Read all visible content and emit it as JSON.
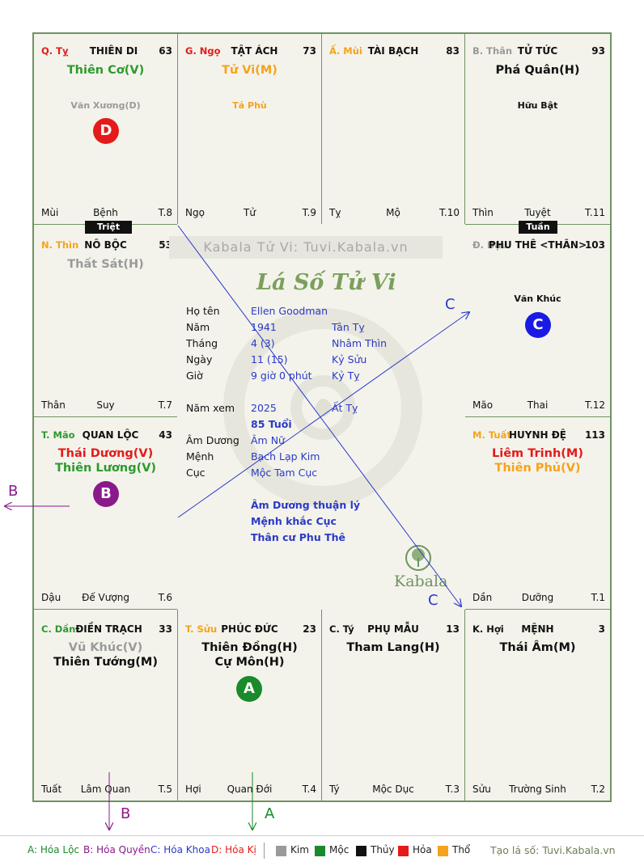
{
  "watermark_text": "Kabala Tử Vi: Tuvi.Kabala.vn",
  "chart_title": "Lá Số Tử Vi",
  "logo_text": "Kabala",
  "palaces": {
    "top1": {
      "can": "Q. Tỵ",
      "can_color": "#e51a1a",
      "name": "THIÊN DI",
      "age": "63",
      "majors": [
        {
          "text": "Thiên Cơ(V)",
          "color": "#2d9a2d"
        }
      ],
      "minor": {
        "text": "Văn Xương(D)",
        "color": "#9a9a9a"
      },
      "badge": {
        "text": "D",
        "color": "#e51a1a"
      },
      "bottom_left": "Mùi",
      "bottom_center": "Bệnh",
      "bottom_right": "T.8"
    },
    "top2": {
      "can": "G. Ngọ",
      "can_color": "#e51a1a",
      "name": "TẬT ÁCH",
      "age": "73",
      "majors": [
        {
          "text": "Tử Vi(M)",
          "color": "#f5a31a"
        }
      ],
      "minor": {
        "text": "Tả Phù",
        "color": "#f5a31a"
      },
      "bottom_left": "Ngọ",
      "bottom_center": "Tử",
      "bottom_right": "T.9"
    },
    "top3": {
      "can": "Ấ. Mùi",
      "can_color": "#f5a31a",
      "name": "TÀI BẠCH",
      "age": "83",
      "majors": [],
      "bottom_left": "Tỵ",
      "bottom_center": "Mộ",
      "bottom_right": "T.10"
    },
    "top4": {
      "can": "B. Thân",
      "can_color": "#9a9a9a",
      "name": "TỬ TỨC",
      "age": "93",
      "majors": [
        {
          "text": "Phá Quân(H)",
          "color": "#111111"
        }
      ],
      "minor": {
        "text": "Hữu Bật",
        "color": "#111111"
      },
      "bottom_left": "Thìn",
      "bottom_center": "Tuyệt",
      "bottom_right": "T.11"
    },
    "left1": {
      "can": "N. Thìn",
      "can_color": "#f5a31a",
      "name": "NÔ BỘC",
      "age": "53",
      "majors": [
        {
          "text": "Thất Sát(H)",
          "color": "#9a9a9a"
        }
      ],
      "bottom_left": "Thân",
      "bottom_center": "Suy",
      "bottom_right": "T.7"
    },
    "left2": {
      "can": "T. Mão",
      "can_color": "#2d9a2d",
      "name": "QUAN LỘC",
      "age": "43",
      "majors": [
        {
          "text": "Thái Dương(V)",
          "color": "#e51a1a"
        },
        {
          "text": "Thiên Lương(V)",
          "color": "#2d9a2d"
        }
      ],
      "badge": {
        "text": "B",
        "color": "#8a1a8a"
      },
      "bottom_left": "Dậu",
      "bottom_center": "Đế Vượng",
      "bottom_right": "T.6"
    },
    "right1": {
      "can": "Đ. Dậu",
      "can_color": "#9a9a9a",
      "name": "PHU THÊ <THÂN>",
      "age": "103",
      "majors": [],
      "minor": {
        "text": "Văn Khúc",
        "color": "#111111"
      },
      "badge": {
        "text": "C",
        "color": "#1a1ae5"
      },
      "bottom_left": "Mão",
      "bottom_center": "Thai",
      "bottom_right": "T.12"
    },
    "right2": {
      "can": "M. Tuất",
      "can_color": "#f5a31a",
      "name": "HUYNH ĐỆ",
      "age": "113",
      "majors": [
        {
          "text": "Liêm Trinh(M)",
          "color": "#e51a1a"
        },
        {
          "text": "Thiên Phủ(V)",
          "color": "#f5a31a"
        }
      ],
      "bottom_left": "Dần",
      "bottom_center": "Dưỡng",
      "bottom_right": "T.1"
    },
    "bot1": {
      "can": "C. Dần",
      "can_color": "#2d9a2d",
      "name": "ĐIỀN TRẠCH",
      "age": "33",
      "majors": [
        {
          "text": "Vũ Khúc(V)",
          "color": "#9a9a9a"
        },
        {
          "text": "Thiên Tướng(M)",
          "color": "#111111"
        }
      ],
      "bottom_left": "Tuất",
      "bottom_center": "Lâm Quan",
      "bottom_right": "T.5"
    },
    "bot2": {
      "can": "T. Sửu",
      "can_color": "#f5a31a",
      "name": "PHÚC ĐỨC",
      "age": "23",
      "majors": [
        {
          "text": "Thiên Đồng(H)",
          "color": "#111111"
        },
        {
          "text": "Cự Môn(H)",
          "color": "#111111"
        }
      ],
      "badge": {
        "text": "A",
        "color": "#1a8a2a"
      },
      "bottom_left": "Hợi",
      "bottom_center": "Quan Đới",
      "bottom_right": "T.4"
    },
    "bot3": {
      "can": "C. Tý",
      "can_color": "#111111",
      "name": "PHỤ MẪU",
      "age": "13",
      "majors": [
        {
          "text": "Tham Lang(H)",
          "color": "#111111"
        }
      ],
      "bottom_left": "Tý",
      "bottom_center": "Mộc Dục",
      "bottom_right": "T.3"
    },
    "bot4": {
      "can": "K. Hợi",
      "can_color": "#111111",
      "name": "MỆNH",
      "age": "3",
      "majors": [
        {
          "text": "Thái Âm(M)",
          "color": "#111111"
        }
      ],
      "bottom_left": "Sửu",
      "bottom_center": "Trường Sinh",
      "bottom_right": "T.2"
    }
  },
  "tags": {
    "triet": "Triệt",
    "tuan": "Tuần"
  },
  "info": {
    "ho_ten": {
      "label": "Họ tên",
      "value": "Ellen Goodman"
    },
    "nam": {
      "label": "Năm",
      "value": "1941",
      "extra": "Tân Tỵ"
    },
    "thang": {
      "label": "Tháng",
      "value": "4  (3)",
      "extra": "Nhâm Thìn"
    },
    "ngay": {
      "label": "Ngày",
      "value": "11  (15)",
      "extra": "Kỷ Sửu"
    },
    "gio": {
      "label": "Giờ",
      "value": "9 giờ 0 phút",
      "extra": "Kỷ Tỵ"
    },
    "nam_xem": {
      "label": "Năm xem",
      "value": "2025",
      "extra": "Ất Tỵ"
    },
    "tuoi": {
      "value": "85 Tuổi"
    },
    "am_duong": {
      "label": "Âm Dương",
      "value": "Âm Nữ"
    },
    "menh": {
      "label": "Mệnh",
      "value": "Bạch Lạp Kim"
    },
    "cuc": {
      "label": "Cục",
      "value": "Mộc Tam Cục"
    },
    "notes": [
      "Âm Dương thuận lý",
      "Mệnh khắc Cục",
      "Thân cư Phu Thê"
    ]
  },
  "arrows": {
    "c_label": "C",
    "b_label": "B",
    "a_label": "A"
  },
  "legend": {
    "a": "A: Hóa Lộc",
    "b": "B: Hóa Quyền",
    "c": "C: Hóa Khoa",
    "d": "D: Hóa Kị",
    "elements": [
      {
        "label": "Kim",
        "color": "#9a9a9a"
      },
      {
        "label": "Mộc",
        "color": "#1a8a2a"
      },
      {
        "label": "Thủy",
        "color": "#111111"
      },
      {
        "label": "Hỏa",
        "color": "#e51a1a"
      },
      {
        "label": "Thổ",
        "color": "#f5a31a"
      }
    ],
    "source": "Tạo lá số: Tuvi.Kabala.vn"
  }
}
